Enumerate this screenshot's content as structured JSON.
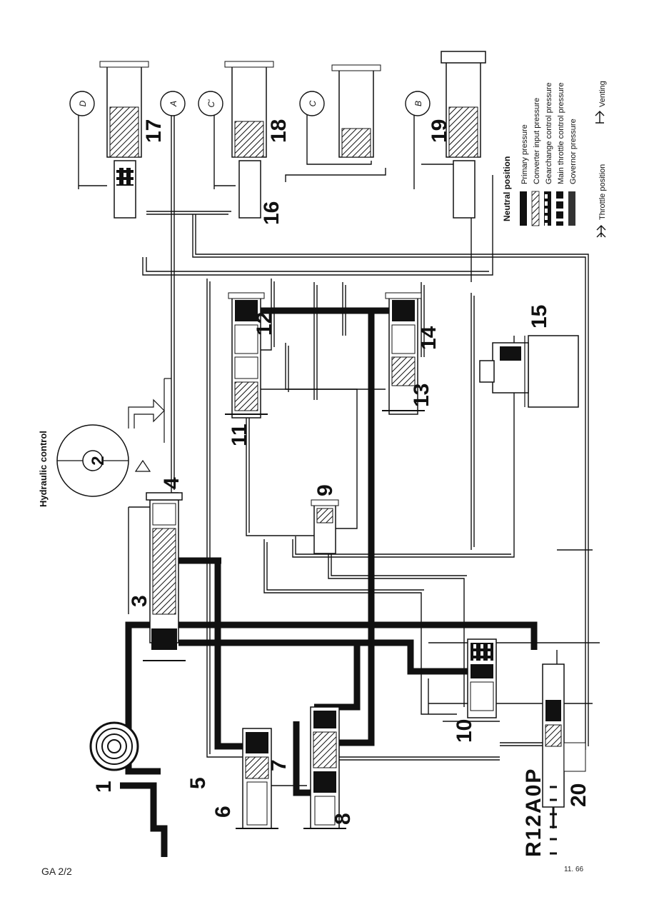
{
  "title": "Hydraulic control",
  "legend": {
    "heading": "Neutral position",
    "entries": [
      {
        "label": "Primary pressure",
        "pattern": "solid"
      },
      {
        "label": "Converter input pressure",
        "pattern": "hatched"
      },
      {
        "label": "Gearchange control pressure",
        "pattern": "blocks"
      },
      {
        "label": "Main throttle control pressure",
        "pattern": "dashed"
      },
      {
        "label": "Governor pressure",
        "pattern": "solid"
      }
    ],
    "throttle_position": "Throttle position",
    "venting": "Venting"
  },
  "circles": [
    "D",
    "A",
    "C'",
    "C",
    "B"
  ],
  "numbers": {
    "n1": "1",
    "n2": "2",
    "n3": "3",
    "n4": "4",
    "n5": "5",
    "n6": "6",
    "n7": "7",
    "n8": "8",
    "n9": "9",
    "n10": "10",
    "n11": "11",
    "n12": "12",
    "n13": "13",
    "n14": "14",
    "n15": "15",
    "n16": "16",
    "n17": "17",
    "n18": "18",
    "n19": "19",
    "n20": "20"
  },
  "selector_positions": "R12A0P",
  "footer": {
    "code": "GA 2/2",
    "date": "11. 66"
  },
  "colors": {
    "ink": "#111111",
    "paper": "#ffffff"
  }
}
